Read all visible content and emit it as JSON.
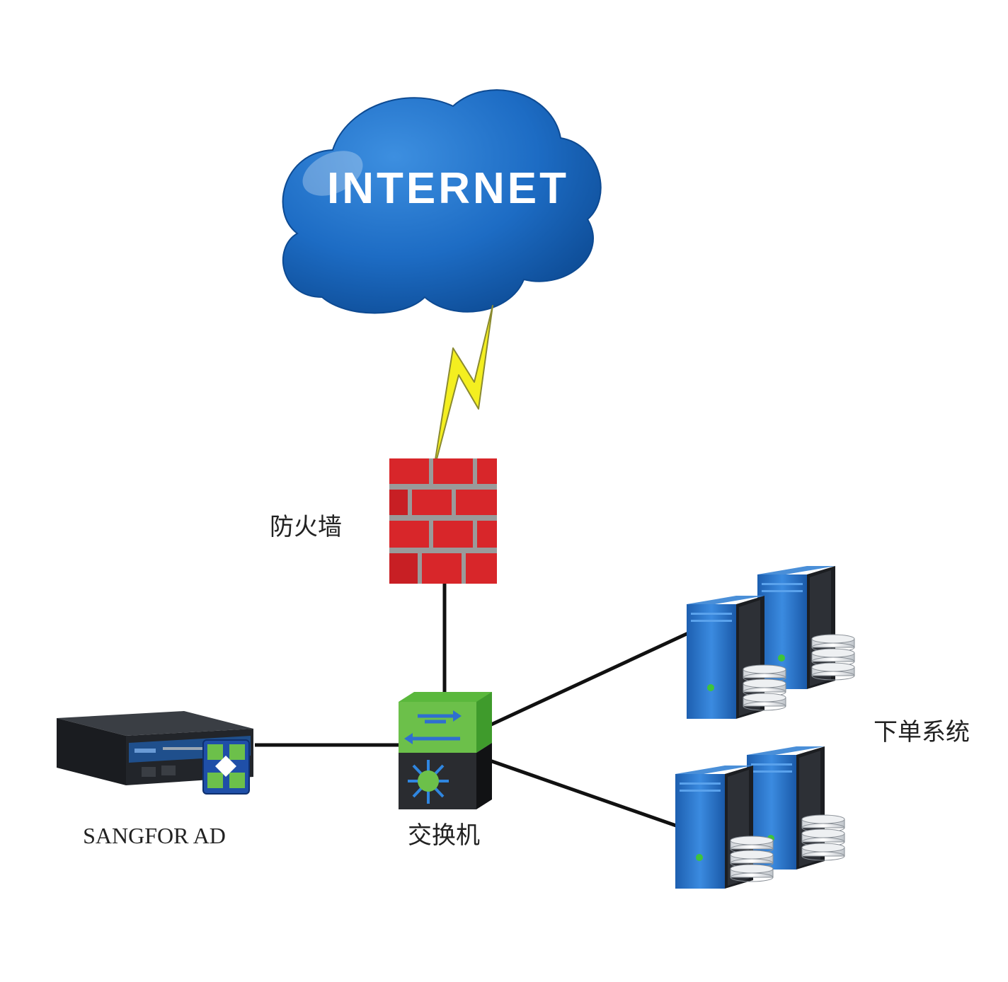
{
  "cloud": {
    "label": "INTERNET",
    "color": "#1d6cc4"
  },
  "firewall": {
    "label": "防火墙",
    "icon": "brick-wall-icon",
    "color": "#d8262a"
  },
  "switch": {
    "label": "交换机",
    "icon": "network-switch-icon",
    "color": "#6cc04a"
  },
  "load_balancer": {
    "label": "SANGFOR AD",
    "icon": "rack-appliance-icon"
  },
  "servers": {
    "label": "下单系统",
    "icon": "server-tower-icon",
    "color": "#2f78c8"
  },
  "lightning": {
    "icon": "lightning-bolt-icon",
    "color": "#f4ef20"
  }
}
